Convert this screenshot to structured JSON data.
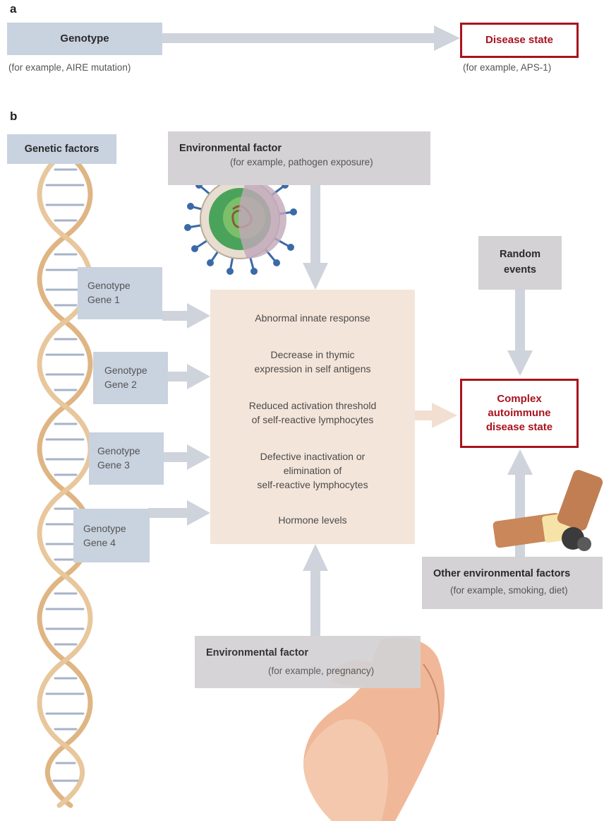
{
  "panel_a": {
    "letter": "a",
    "genotype_label": "Genotype",
    "genotype_example": "(for example, AIRE mutation)",
    "disease_label": "Disease state",
    "disease_example": "(for example, APS-1)"
  },
  "panel_b": {
    "letter": "b",
    "genetic_factors": "Genetic factors",
    "env_pathogen": {
      "title": "Environmental factor",
      "example": "(for example, pathogen exposure)"
    },
    "random_events": [
      "Random",
      "events"
    ],
    "genes": [
      {
        "line1": "Genotype",
        "line2": "Gene 1"
      },
      {
        "line1": "Genotype",
        "line2": "Gene 2"
      },
      {
        "line1": "Genotype",
        "line2": "Gene 3"
      },
      {
        "line1": "Genotype",
        "line2": "Gene 4"
      }
    ],
    "mechanisms": [
      {
        "lines": [
          "Abnormal innate response"
        ]
      },
      {
        "lines": [
          "Decrease in thymic",
          "expression in self antigens"
        ]
      },
      {
        "lines": [
          "Reduced activation threshold",
          "of self-reactive lymphocytes"
        ]
      },
      {
        "lines": [
          "Defective inactivation or",
          "elimination of",
          "self-reactive lymphocytes"
        ]
      },
      {
        "lines": [
          "Hormone levels"
        ]
      }
    ],
    "complex_disease": [
      "Complex",
      "autoimmune",
      "disease state"
    ],
    "other_env": {
      "title": "Other environmental factors",
      "example": "(for example, smoking, diet)"
    },
    "env_pregnancy": {
      "title": "Environmental factor",
      "example": "(for example, pregnancy)"
    }
  },
  "colors": {
    "gray_box": "#d4d2d4",
    "blue_box": "#c9d2df",
    "peach_box": "#f4e5da",
    "disease_red": "#a8141e",
    "arrow_gray": "#cfd3db",
    "arrow_peach": "#f2dfd2"
  }
}
